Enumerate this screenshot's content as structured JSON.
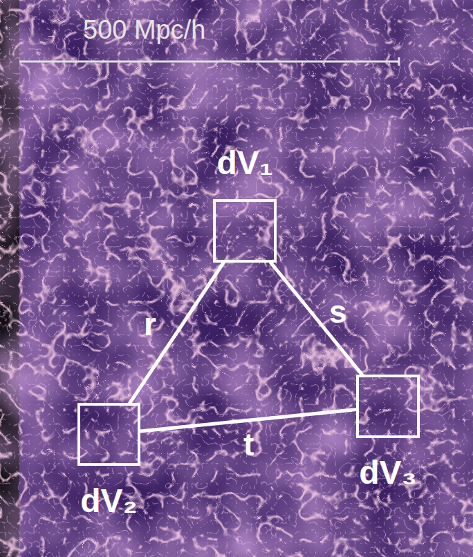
{
  "diagram": {
    "nodes": [
      {
        "text": [
          "dV₁"
        ]
      },
      {
        "text": [
          "dV₂"
        ]
      },
      {
        "text": [
          "dV₃"
        ]
      }
    ],
    "edges": [
      {
        "from": 0,
        "to": 1,
        "arrow": "none",
        "label": "r"
      },
      {
        "from": 0,
        "to": 2,
        "arrow": "none",
        "label": "s"
      },
      {
        "from": 1,
        "to": 2,
        "arrow": "none",
        "label": "t"
      }
    ],
    "labels": [
      "500 Mpc/h"
    ]
  }
}
